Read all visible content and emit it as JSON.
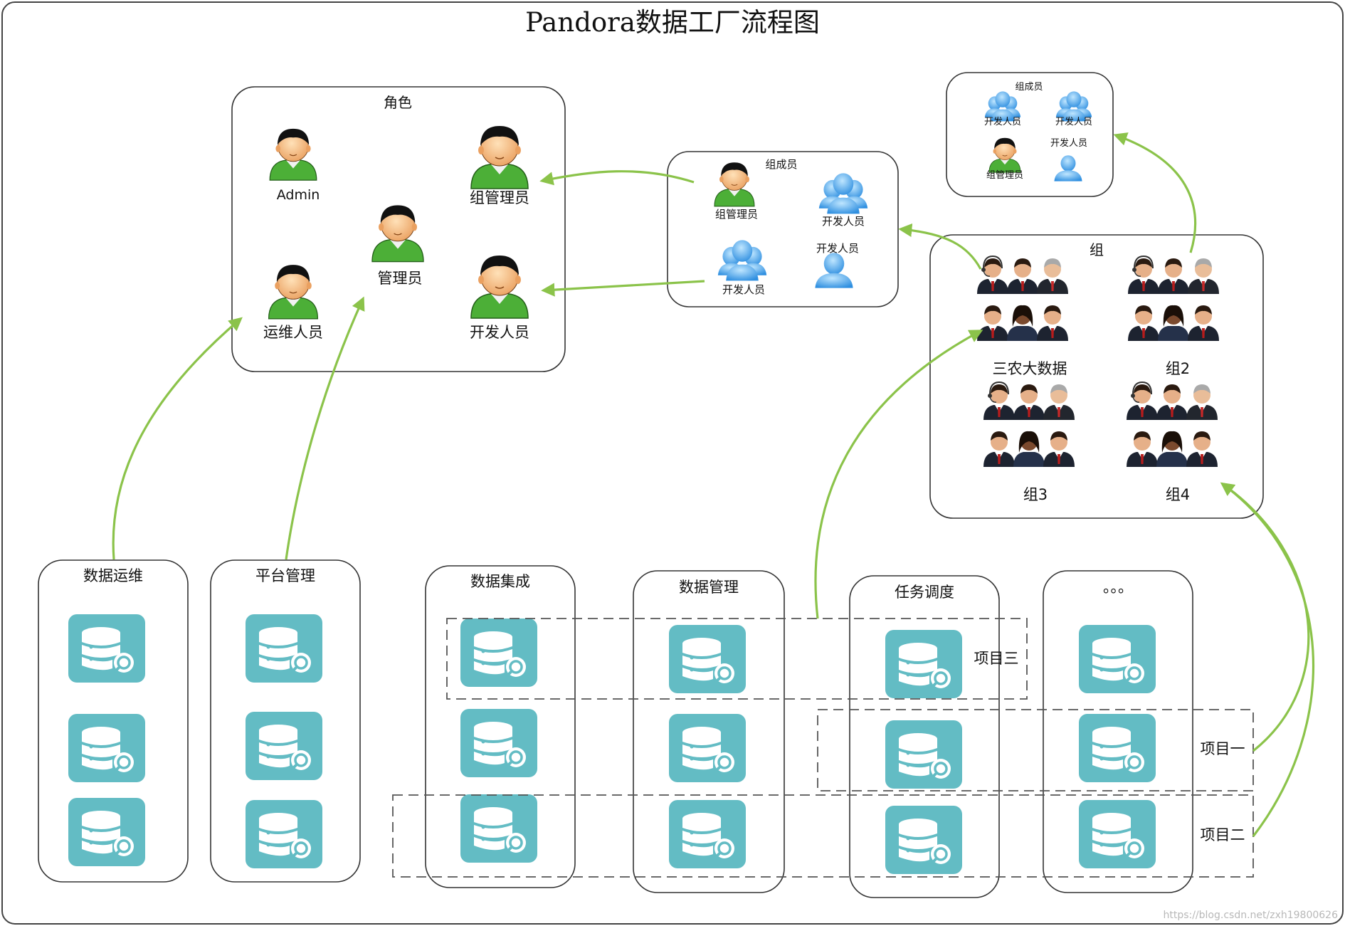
{
  "title": "Pandora数据工厂流程图",
  "watermark": "https://blog.csdn.net/zxh19800626",
  "colors": {
    "arrow": "#8bc34a",
    "db_tile": "#63bcc4",
    "admin_shirt": "#4caf37",
    "member_blue": "#3f9fe8"
  },
  "role_panel": {
    "title": "角色",
    "roles": {
      "admin": "Admin",
      "group_manager": "组管理员",
      "manager": "管理员",
      "ops": "运维人员",
      "developer": "开发人员"
    }
  },
  "members_panel": {
    "title": "组成员",
    "items": {
      "group_manager": "组管理员",
      "developer_a": "开发人员",
      "developer_b": "开发人员",
      "developer_c": "开发人员"
    }
  },
  "mini_members_panel": {
    "title": "组成员",
    "items": {
      "developer_a": "开发人员",
      "developer_b": "开发人员",
      "developer_c": "开发人员",
      "group_manager": "组管理员"
    }
  },
  "group_panel": {
    "title": "组",
    "groups": [
      "三农大数据",
      "组2",
      "组3",
      "组4"
    ]
  },
  "modules": [
    "数据运维",
    "平台管理",
    "数据集成",
    "数据管理",
    "任务调度",
    "。。。"
  ],
  "projects": {
    "p3": "项目三",
    "p1": "项目一",
    "p2": "项目二"
  }
}
